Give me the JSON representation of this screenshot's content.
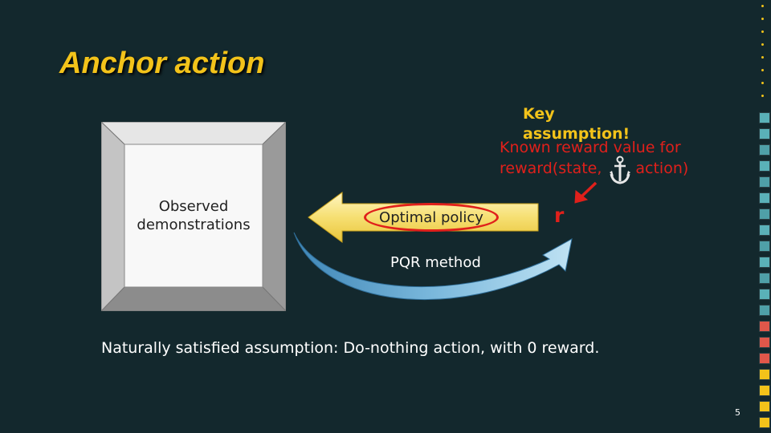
{
  "title": "Anchor action",
  "frame": {
    "label_line1": "Observed",
    "label_line2": "demonstrations"
  },
  "policy_label": "Optimal policy",
  "callout": {
    "key_line1": "Key",
    "key_line2": "assumption!",
    "known_line1": "Known reward value for",
    "known_prefix": "reward(state,",
    "known_suffix": "action)",
    "anchor_icon": "anchor-icon"
  },
  "reward_symbol": "r",
  "pqr_label": "PQR method",
  "note": "Naturally satisfied assumption: Do-nothing action, with 0 reward.",
  "page_number": "5",
  "colors": {
    "background": "#13282d",
    "accent_yellow": "#f3c31a",
    "highlight_red": "#e0201b",
    "arrow_blue": "#5b9fc7",
    "frame_gray": "#c8c8c8"
  }
}
